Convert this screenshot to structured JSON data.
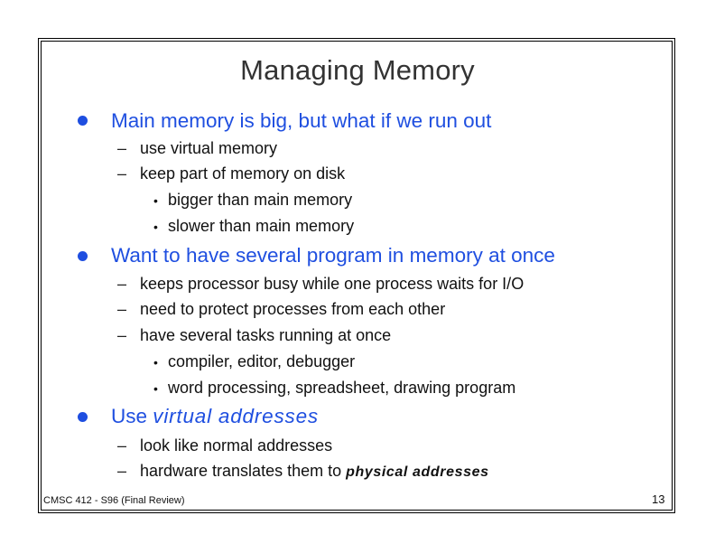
{
  "slide": {
    "title": "Managing Memory",
    "footer": "CMSC 412 - S96  (Final Review)",
    "page_number": "13",
    "accent_color": "#1f4fe0",
    "bullets": [
      {
        "text": "Main memory is big, but what if we run out",
        "subs": [
          {
            "text": "use virtual memory"
          },
          {
            "text": "keep part of memory on disk",
            "subs": [
              "bigger than main memory",
              "slower than main memory"
            ]
          }
        ]
      },
      {
        "text": "Want to have several program in memory at once",
        "subs": [
          {
            "text": "keeps processor busy while one process waits for I/O"
          },
          {
            "text": "need to protect processes from each other"
          },
          {
            "text": "have several tasks running at once",
            "subs": [
              "compiler, editor, debugger",
              "word processing, spreadsheet, drawing program"
            ]
          }
        ]
      },
      {
        "text_prefix": "Use ",
        "text_emph": "virtual addresses",
        "subs": [
          {
            "text": "look like normal addresses"
          },
          {
            "text_prefix": "hardware translates them to ",
            "text_emph": "physical addresses"
          }
        ]
      }
    ],
    "dash_glyph": "–",
    "sub_bullet_glyph": "•"
  }
}
